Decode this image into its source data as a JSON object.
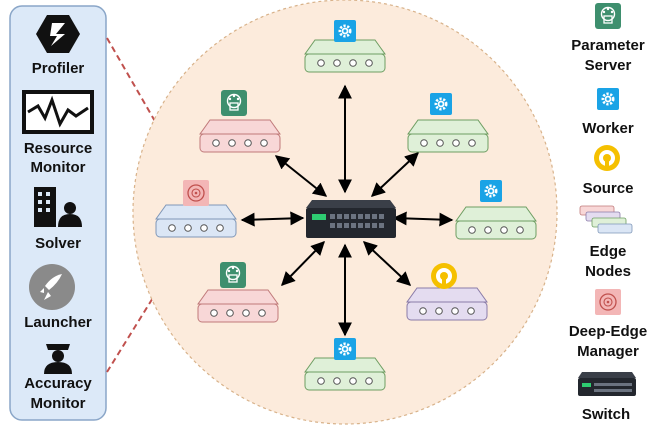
{
  "left_panel": {
    "items": [
      {
        "label": "Profiler",
        "icon": "profiler-icon"
      },
      {
        "label_line1": "Resource",
        "label_line2": "Monitor",
        "icon": "resource-monitor-icon"
      },
      {
        "label": "Solver",
        "icon": "solver-icon"
      },
      {
        "label": "Launcher",
        "icon": "launcher-rocket-icon"
      },
      {
        "label_line1": "Accuracy",
        "label_line2": "Monitor",
        "icon": "accuracy-monitor-icon"
      }
    ]
  },
  "legend": {
    "parameter_server": {
      "line1": "Parameter",
      "line2": "Server"
    },
    "worker": "Worker",
    "source": "Source",
    "edge_nodes": {
      "line1": "Edge",
      "line2": "Nodes"
    },
    "deep_edge_manager": {
      "line1": "Deep-Edge",
      "line2": "Manager"
    },
    "switch": "Switch"
  },
  "colors": {
    "panel_bg": "#dce9f8",
    "panel_border": "#8aa6c8",
    "circle_fill": "#fcebdc",
    "green_node": "#dff0d8",
    "red_node": "#f8d7d7",
    "blue_node": "#dbe6f5",
    "purple_node": "#e4dcf0",
    "worker_blue": "#1aa3e6",
    "ps_green": "#3e8f6e",
    "source_yellow": "#f5c000",
    "dashed_line": "#c0504d"
  }
}
